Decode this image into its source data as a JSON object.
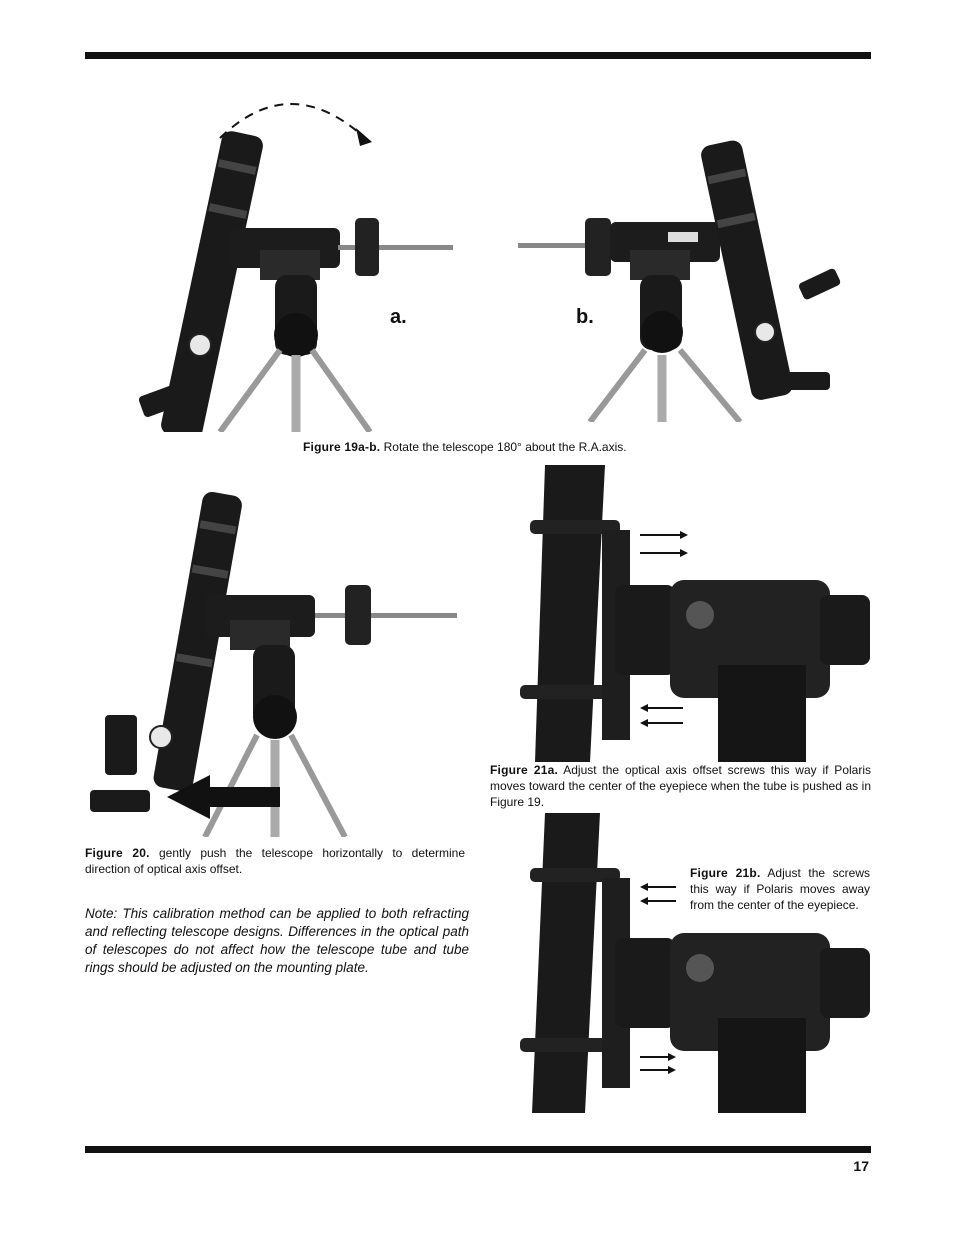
{
  "figure19": {
    "label_a": "a.",
    "label_b": "b.",
    "caption_title": "Figure 19a-b.",
    "caption_text": " Rotate the telescope 180° about the R.A.axis."
  },
  "figure20": {
    "caption_title": "Figure 20.",
    "caption_text": " gently push the telescope horizontally to determine direction of optical axis offset."
  },
  "figure21a": {
    "caption_title": "Figure 21a.",
    "caption_text": " Adjust the optical axis offset screws this way if Polaris moves toward the center of the eyepiece when the tube is pushed as in Figure 19."
  },
  "figure21b": {
    "caption_title": "Figure 21b.",
    "caption_text": " Adjust the screws this way if Polaris moves away from the center of the eyepiece."
  },
  "note": "Note: This calibration method can be applied to both refracting and reflecting telescope designs. Differences in the optical path of telescopes do not affect how the telescope tube and tube rings should be adjusted on the mounting plate.",
  "page_number": "17"
}
